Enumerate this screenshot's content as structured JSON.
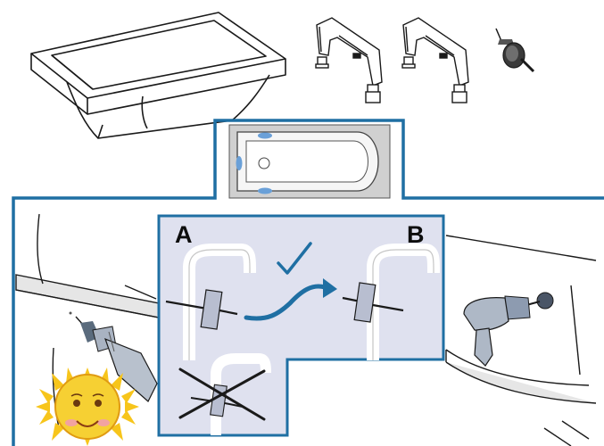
{
  "diagram": {
    "panel_a_label": "A",
    "panel_b_label": "B",
    "colors": {
      "frame": "#1f6fa3",
      "inset_fill": "#dfe1ef",
      "arrow": "#1f6fa3",
      "line": "#1a1a1a"
    },
    "icons": [
      "bathtub-icon",
      "support-leg-icon",
      "support-leg-icon",
      "hole-saw-icon",
      "bathtub-topview-icon",
      "drill-icon",
      "checkmark-icon",
      "cross-icon",
      "sun-logo"
    ]
  }
}
